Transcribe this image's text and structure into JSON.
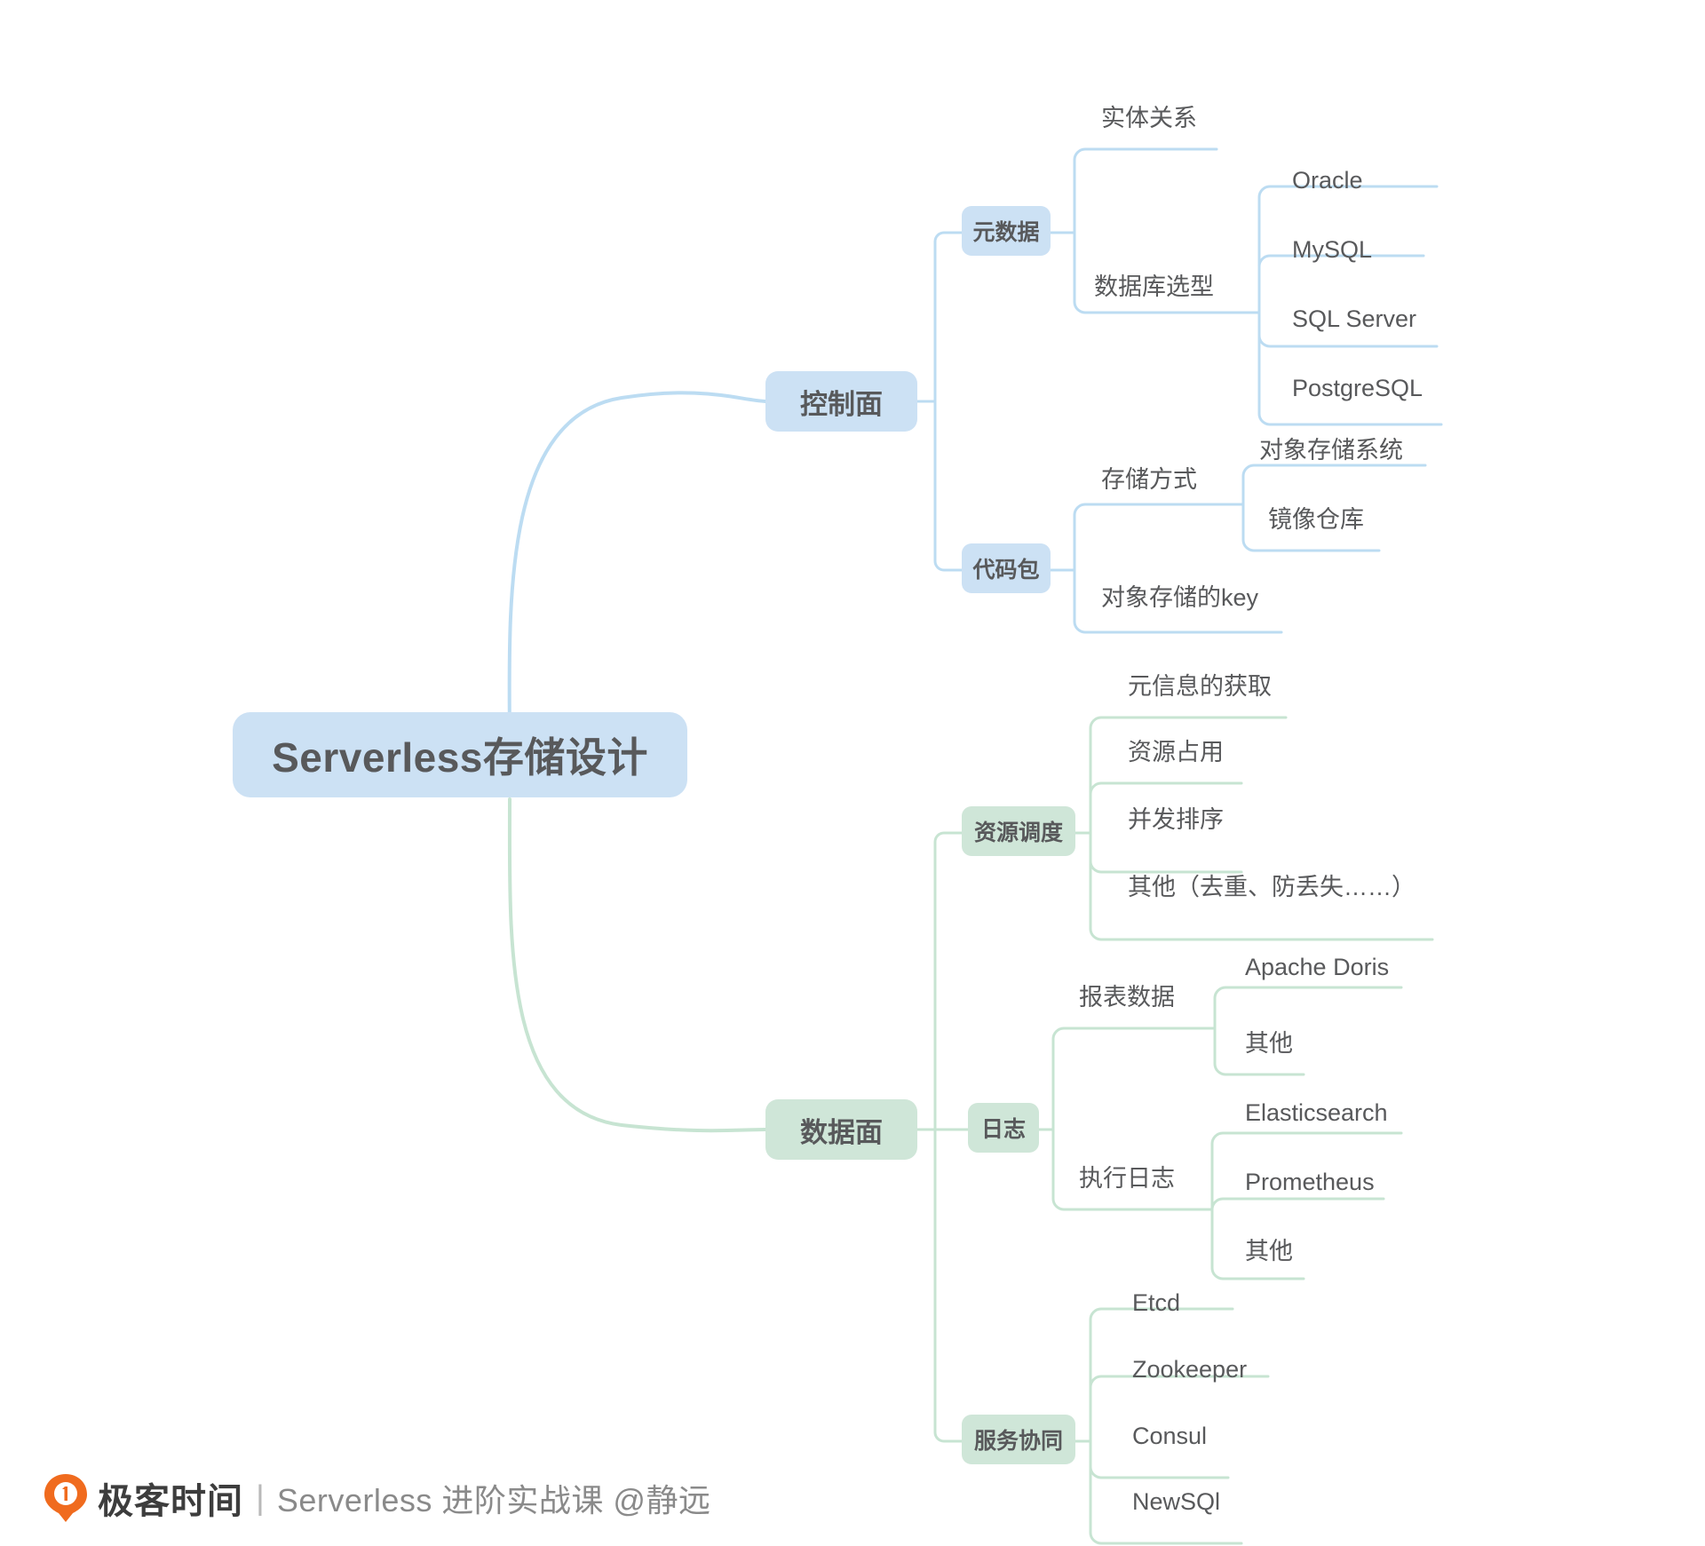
{
  "colors": {
    "blue_fill": "#cce1f4",
    "blue_line": "#bcdcf2",
    "green_fill": "#cfe6d8",
    "green_line": "#c7e4d2",
    "text": "#58595b",
    "brand_orange": "#f06b1e"
  },
  "root": {
    "label": "Serverless存储设计"
  },
  "branches": [
    {
      "id": "control-plane",
      "label": "控制面",
      "theme": "blue",
      "children": [
        {
          "id": "metadata",
          "label": "元数据",
          "children": [
            {
              "label": "实体关系",
              "children": []
            },
            {
              "label": "数据库选型",
              "children": [
                {
                  "label": "Oracle"
                },
                {
                  "label": "MySQL"
                },
                {
                  "label": "SQL Server"
                },
                {
                  "label": "PostgreSQL"
                }
              ]
            }
          ]
        },
        {
          "id": "code-package",
          "label": "代码包",
          "children": [
            {
              "label": "存储方式",
              "children": [
                {
                  "label": "对象存储系统"
                },
                {
                  "label": "镜像仓库"
                }
              ]
            },
            {
              "label": "对象存储的key",
              "children": []
            }
          ]
        }
      ]
    },
    {
      "id": "data-plane",
      "label": "数据面",
      "theme": "green",
      "children": [
        {
          "id": "resource-scheduling",
          "label": "资源调度",
          "children": [
            {
              "label": "元信息的获取",
              "children": []
            },
            {
              "label": "资源占用",
              "children": []
            },
            {
              "label": "并发排序",
              "children": []
            },
            {
              "label": "其他（去重、防丢失……）",
              "children": []
            }
          ]
        },
        {
          "id": "logs",
          "label": "日志",
          "children": [
            {
              "label": "报表数据",
              "children": [
                {
                  "label": "Apache Doris"
                },
                {
                  "label": "其他"
                }
              ]
            },
            {
              "label": "执行日志",
              "children": [
                {
                  "label": "Elasticsearch"
                },
                {
                  "label": "Prometheus"
                },
                {
                  "label": "其他"
                }
              ]
            }
          ]
        },
        {
          "id": "service-coordination",
          "label": "服务协同",
          "children": [
            {
              "label": "Etcd",
              "children": []
            },
            {
              "label": "Zookeeper",
              "children": []
            },
            {
              "label": "Consul",
              "children": []
            },
            {
              "label": "NewSQl",
              "children": []
            }
          ]
        }
      ]
    }
  ],
  "footer": {
    "brand": "极客时间",
    "divider": "|",
    "course": "Serverless 进阶实战课 @静远",
    "logo_icon": "geekbang-pin-logo-icon"
  }
}
